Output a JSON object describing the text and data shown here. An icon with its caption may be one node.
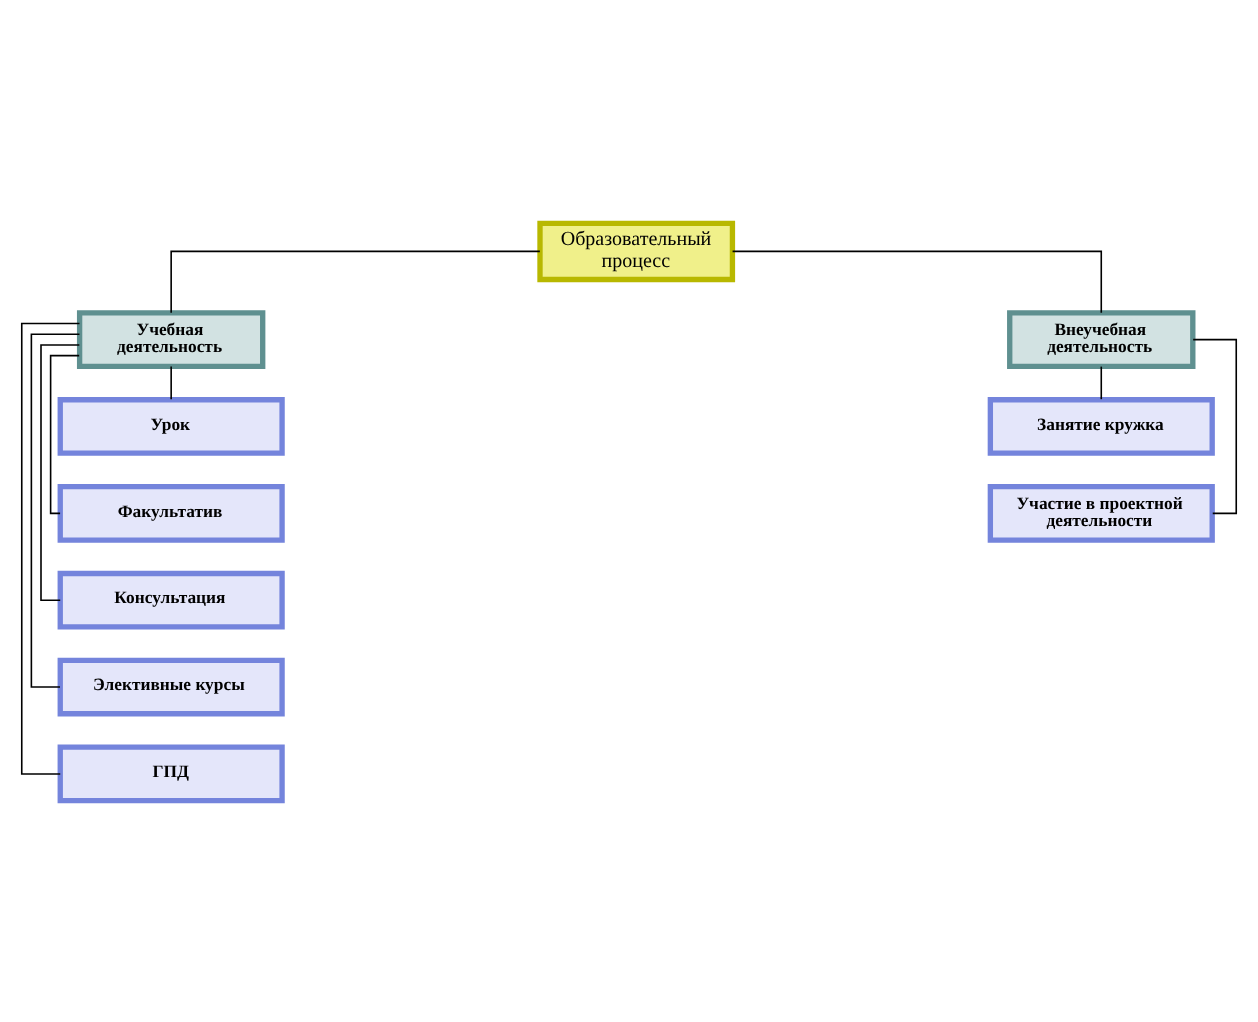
{
  "diagram": {
    "nodes": [
      {
        "text": [
          "Образовательный процесс"
        ]
      },
      {
        "text": [
          "Учебная деятельность"
        ]
      },
      {
        "text": [
          "Внеучебная деятельность"
        ]
      },
      {
        "text": [
          "Урок"
        ]
      },
      {
        "text": [
          "Факультатив"
        ]
      },
      {
        "text": [
          "Консультация"
        ]
      },
      {
        "text": [
          "Элективные курсы"
        ]
      },
      {
        "text": [
          "ГПД"
        ]
      },
      {
        "text": [
          "Занятие кружка"
        ]
      },
      {
        "text": [
          "Участие в проектной деятельности"
        ]
      }
    ],
    "edges": [
      {
        "from": 0,
        "to": 1,
        "arrow": "none"
      },
      {
        "from": 0,
        "to": 2,
        "arrow": "none"
      },
      {
        "from": 1,
        "to": 3,
        "arrow": "none"
      },
      {
        "from": 1,
        "to": 4,
        "arrow": "none"
      },
      {
        "from": 1,
        "to": 5,
        "arrow": "none"
      },
      {
        "from": 1,
        "to": 6,
        "arrow": "none"
      },
      {
        "from": 1,
        "to": 7,
        "arrow": "none"
      },
      {
        "from": 2,
        "to": 8,
        "arrow": "none"
      },
      {
        "from": 2,
        "to": 9,
        "arrow": "none"
      }
    ]
  }
}
